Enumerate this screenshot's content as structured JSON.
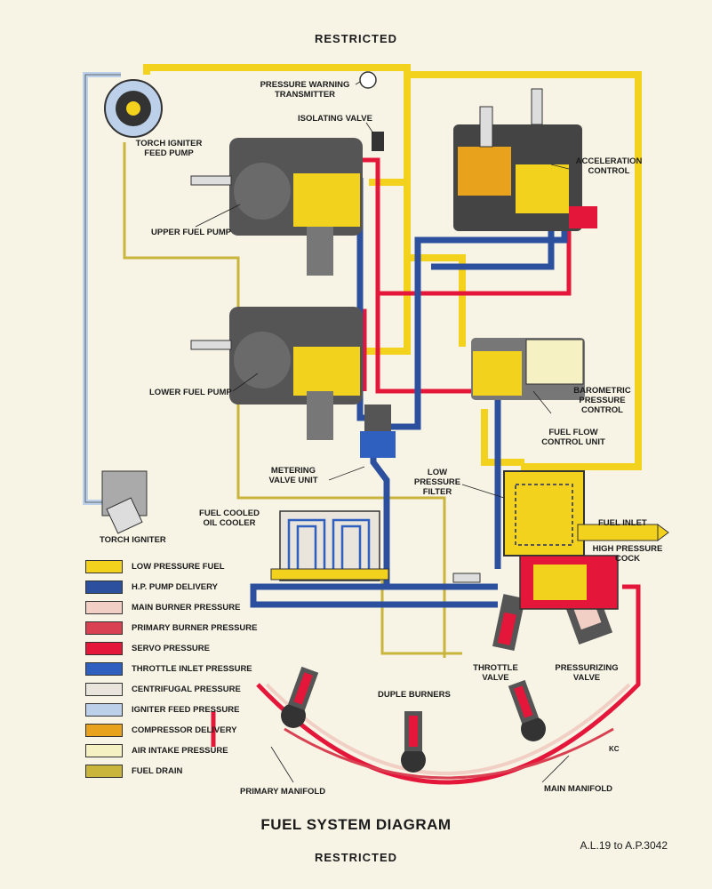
{
  "header": {
    "top": "RESTRICTED",
    "bottom": "RESTRICTED"
  },
  "title": "FUEL SYSTEM DIAGRAM",
  "reference": "A.L.19 to A.P.3042",
  "initials": "KC",
  "labels": {
    "pressure_warning_transmitter": "PRESSURE WARNING TRANSMITTER",
    "isolating_valve": "ISOLATING VALVE",
    "torch_igniter_feed_pump": "TORCH IGNITER FEED PUMP",
    "acceleration_control": "ACCELERATION CONTROL",
    "upper_fuel_pump": "UPPER FUEL PUMP",
    "lower_fuel_pump": "LOWER FUEL PUMP",
    "barometric_pressure_control": "BAROMETRIC PRESSURE CONTROL",
    "fuel_flow_control_unit": "FUEL FLOW CONTROL UNIT",
    "metering_valve_unit": "METERING VALVE UNIT",
    "low_pressure_filter": "LOW PRESSURE FILTER",
    "torch_igniter": "TORCH IGNITER",
    "fuel_cooled_oil_cooler": "FUEL COOLED OIL COOLER",
    "fuel_inlet": "FUEL INLET",
    "high_pressure_cock": "HIGH PRESSURE COCK",
    "throttle_valve": "THROTTLE VALVE",
    "pressurizing_valve": "PRESSURIZING VALVE",
    "duple_burners": "DUPLE BURNERS",
    "primary_manifold": "PRIMARY MANIFOLD",
    "main_manifold": "MAIN MANIFOLD"
  },
  "legend": [
    {
      "label": "LOW PRESSURE FUEL",
      "color": "#f3d21e"
    },
    {
      "label": "H.P. PUMP DELIVERY",
      "color": "#2c4f9e"
    },
    {
      "label": "MAIN BURNER PRESSURE",
      "color": "#f1cfc4"
    },
    {
      "label": "PRIMARY BURNER PRESSURE",
      "color": "#d94152"
    },
    {
      "label": "SERVO PRESSURE",
      "color": "#e4173a"
    },
    {
      "label": "THROTTLE INLET PRESSURE",
      "color": "#2f5fbf"
    },
    {
      "label": "CENTRIFUGAL PRESSURE",
      "color": "#e9e4dc"
    },
    {
      "label": "IGNITER FEED PRESSURE",
      "color": "#bcd0ea"
    },
    {
      "label": "COMPRESSOR DELIVERY",
      "color": "#e8a21b"
    },
    {
      "label": "AIR INTAKE PRESSURE",
      "color": "#f6f1c2"
    },
    {
      "label": "FUEL DRAIN",
      "color": "#c9b53b"
    }
  ],
  "colors": {
    "low_pressure": "#f3d21e",
    "hp_delivery": "#2c4f9e",
    "throttle_inlet": "#2f5fbf",
    "servo": "#e4173a",
    "primary_burner": "#d94152",
    "main_burner": "#f1cfc4",
    "igniter_feed": "#bcd0ea",
    "fuel_drain": "#c9b53b",
    "component_dark": "#3a3a3a"
  }
}
